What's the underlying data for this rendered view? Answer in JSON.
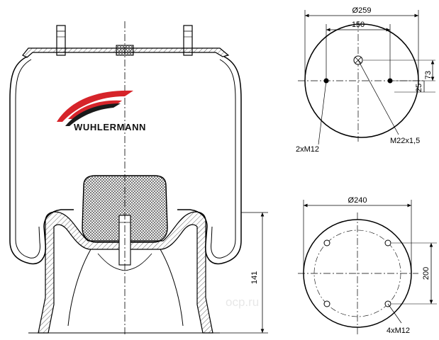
{
  "brand": {
    "name": "WUHLERMANN",
    "colors": {
      "swoosh_red": "#d6242a",
      "swoosh_black": "#1a1a1a"
    }
  },
  "watermark": "ocp.ru",
  "side_view": {
    "height_dim": "141"
  },
  "top_plate": {
    "diameter": "Ø259",
    "stud_spacing": "150",
    "offset_25": "25",
    "offset_73": "73",
    "studs_label": "2xM12",
    "center_label": "M22x1,5"
  },
  "bottom_plate": {
    "diameter": "Ø240",
    "height_dim": "200",
    "holes_label": "4xM12"
  }
}
